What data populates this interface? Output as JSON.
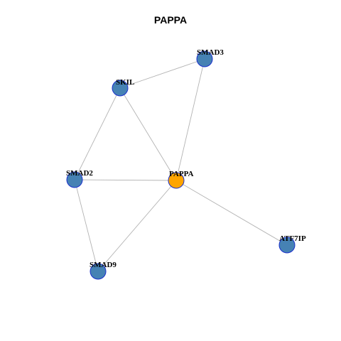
{
  "title": "PAPPA",
  "colors": {
    "node_default": "#4682b4",
    "node_highlight": "#ffa500",
    "node_border": "#1a2fcc",
    "edge": "#b3b3b3"
  },
  "nodes": [
    {
      "id": "SMAD3",
      "label": "SMAD3",
      "highlight": false
    },
    {
      "id": "SKIL",
      "label": "SKIL",
      "highlight": false
    },
    {
      "id": "SMAD2",
      "label": "SMAD2",
      "highlight": false
    },
    {
      "id": "PAPPA",
      "label": "PAPPA",
      "highlight": true
    },
    {
      "id": "ATF7IP",
      "label": "ATF7IP",
      "highlight": false
    },
    {
      "id": "SMAD9",
      "label": "SMAD9",
      "highlight": false
    }
  ],
  "edges": [
    {
      "from": "SKIL",
      "to": "SMAD3"
    },
    {
      "from": "SMAD3",
      "to": "PAPPA"
    },
    {
      "from": "SKIL",
      "to": "PAPPA"
    },
    {
      "from": "SKIL",
      "to": "SMAD2"
    },
    {
      "from": "SMAD2",
      "to": "PAPPA"
    },
    {
      "from": "SMAD2",
      "to": "SMAD9"
    },
    {
      "from": "SMAD9",
      "to": "PAPPA"
    },
    {
      "from": "PAPPA",
      "to": "ATF7IP"
    }
  ]
}
